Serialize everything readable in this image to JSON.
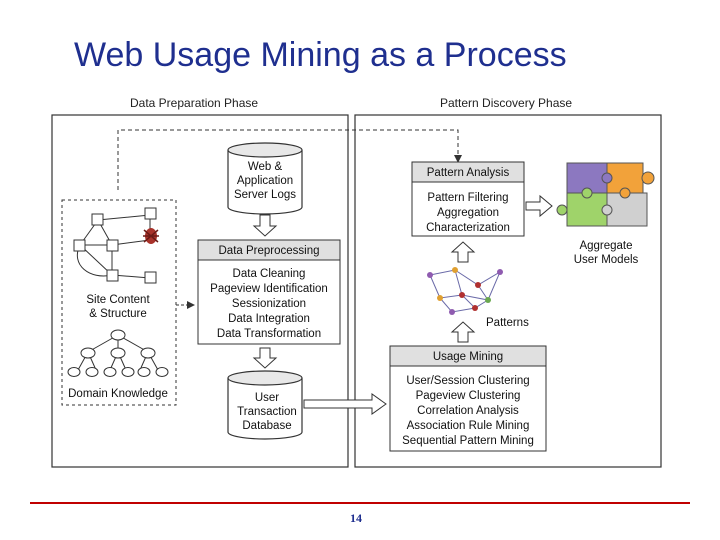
{
  "slide": {
    "title": "Web Usage Mining as a Process",
    "page_number": "14"
  },
  "phases": {
    "prep": "Data Preparation Phase",
    "discovery": "Pattern Discovery Phase"
  },
  "diagram": {
    "server_logs": [
      "Web &",
      "Application",
      "Server Logs"
    ],
    "data_preprocessing": {
      "header": "Data Preprocessing",
      "items": [
        "Data Cleaning",
        "Pageview Identification",
        "Sessionization",
        "Data Integration",
        "Data Transformation"
      ]
    },
    "transaction_db": [
      "User",
      "Transaction",
      "Database"
    ],
    "site_content": [
      "Site Content",
      "& Structure"
    ],
    "domain_knowledge": "Domain Knowledge",
    "usage_mining": {
      "header": "Usage Mining",
      "items": [
        "User/Session Clustering",
        "Pageview Clustering",
        "Correlation Analysis",
        "Association Rule Mining",
        "Sequential Pattern Mining"
      ]
    },
    "patterns": "Patterns",
    "pattern_analysis": {
      "header": "Pattern Analysis",
      "items": [
        "Pattern Filtering",
        "Aggregation",
        "Characterization"
      ]
    },
    "aggregate": [
      "Aggregate",
      "User Models"
    ]
  },
  "colors": {
    "title": "#1f2f8f",
    "footer_rule": "#c00000",
    "puzzle": [
      "#8c78c0",
      "#f2a23a",
      "#9fd36a",
      "#d0d0d0"
    ]
  }
}
